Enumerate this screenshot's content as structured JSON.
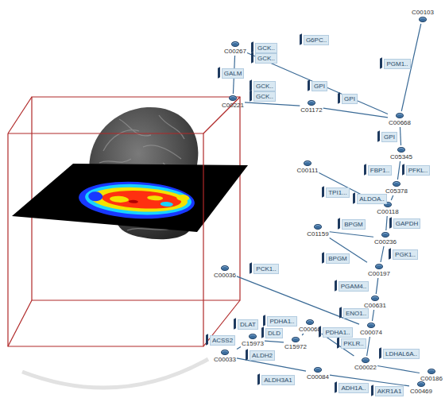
{
  "diagram": {
    "nodes": [
      {
        "text": [
          "C00103"
        ]
      },
      {
        "text": [
          "C00267"
        ]
      },
      {
        "text": [
          "C00221"
        ]
      },
      {
        "text": [
          "C01172"
        ]
      },
      {
        "text": [
          "C00668"
        ]
      },
      {
        "text": [
          "C05345"
        ]
      },
      {
        "text": [
          "C05378"
        ]
      },
      {
        "text": [
          "C00111"
        ]
      },
      {
        "text": [
          "C00118"
        ]
      },
      {
        "text": [
          "C00236"
        ]
      },
      {
        "text": [
          "C01159"
        ]
      },
      {
        "text": [
          "C00197"
        ]
      },
      {
        "text": [
          "C00631"
        ]
      },
      {
        "text": [
          "C00074"
        ]
      },
      {
        "text": [
          "C00036"
        ]
      },
      {
        "text": [
          "C00022"
        ]
      },
      {
        "text": [
          "C00186"
        ]
      },
      {
        "text": [
          "C00068"
        ]
      },
      {
        "text": [
          "C15973"
        ]
      },
      {
        "text": [
          "C15972"
        ]
      },
      {
        "text": [
          "C00033"
        ]
      },
      {
        "text": [
          "C00084"
        ]
      },
      {
        "text": [
          "C00469"
        ]
      },
      {
        "text": [
          "G6PC.."
        ]
      },
      {
        "text": [
          "GCK.."
        ]
      },
      {
        "text": [
          "GCK.."
        ]
      },
      {
        "text": [
          "GALM"
        ]
      },
      {
        "text": [
          "GCK.."
        ]
      },
      {
        "text": [
          "GCK.."
        ]
      },
      {
        "text": [
          "GPI"
        ]
      },
      {
        "text": [
          "PGM1.."
        ]
      },
      {
        "text": [
          "GPI"
        ]
      },
      {
        "text": [
          "GPI"
        ]
      },
      {
        "text": [
          "FBP1.."
        ]
      },
      {
        "text": [
          "PFKL.."
        ]
      },
      {
        "text": [
          "ALDOA.."
        ]
      },
      {
        "text": [
          "TPI1..."
        ]
      },
      {
        "text": [
          "GAPDH"
        ]
      },
      {
        "text": [
          "BPGM"
        ]
      },
      {
        "text": [
          "PGK1.."
        ]
      },
      {
        "text": [
          "BPGM"
        ]
      },
      {
        "text": [
          "PGAM4.."
        ]
      },
      {
        "text": [
          "ENO1.."
        ]
      },
      {
        "text": [
          "PCK1.."
        ]
      },
      {
        "text": [
          "PKLR.."
        ]
      },
      {
        "text": [
          "LDHAL6A.."
        ]
      },
      {
        "text": [
          "PDHA1.."
        ]
      },
      {
        "text": [
          "PDHA1.."
        ]
      },
      {
        "text": [
          "DLAT"
        ]
      },
      {
        "text": [
          "DLD"
        ]
      },
      {
        "text": [
          "ACSS2"
        ]
      },
      {
        "text": [
          "ALDH2"
        ]
      },
      {
        "text": [
          "ALDH3A1"
        ]
      },
      {
        "text": [
          "ADH1A.."
        ]
      },
      {
        "text": [
          "AKR1A1"
        ]
      }
    ],
    "edges": [
      {
        "from": 0,
        "to": 4,
        "arrow": "none"
      },
      {
        "from": 1,
        "to": 4,
        "arrow": "none"
      },
      {
        "from": 1,
        "to": 2,
        "arrow": "none"
      },
      {
        "from": 2,
        "to": 3,
        "arrow": "none"
      },
      {
        "from": 3,
        "to": 4,
        "arrow": "none"
      },
      {
        "from": 4,
        "to": 5,
        "arrow": "none"
      },
      {
        "from": 5,
        "to": 6,
        "arrow": "none"
      },
      {
        "from": 6,
        "to": 8,
        "arrow": "none"
      },
      {
        "from": 7,
        "to": 8,
        "arrow": "none"
      },
      {
        "from": 8,
        "to": 9,
        "arrow": "none"
      },
      {
        "from": 9,
        "to": 10,
        "arrow": "none"
      },
      {
        "from": 10,
        "to": 11,
        "arrow": "none"
      },
      {
        "from": 9,
        "to": 11,
        "arrow": "none"
      },
      {
        "from": 11,
        "to": 12,
        "arrow": "none"
      },
      {
        "from": 12,
        "to": 13,
        "arrow": "none"
      },
      {
        "from": 14,
        "to": 13,
        "arrow": "none"
      },
      {
        "from": 13,
        "to": 15,
        "arrow": "none"
      },
      {
        "from": 15,
        "to": 16,
        "arrow": "none"
      },
      {
        "from": 15,
        "to": 17,
        "arrow": "none"
      },
      {
        "from": 17,
        "to": 19,
        "arrow": "none"
      },
      {
        "from": 19,
        "to": 18,
        "arrow": "none"
      },
      {
        "from": 18,
        "to": 20,
        "arrow": "none"
      },
      {
        "from": 20,
        "to": 21,
        "arrow": "none"
      },
      {
        "from": 21,
        "to": 22,
        "arrow": "none"
      }
    ]
  }
}
